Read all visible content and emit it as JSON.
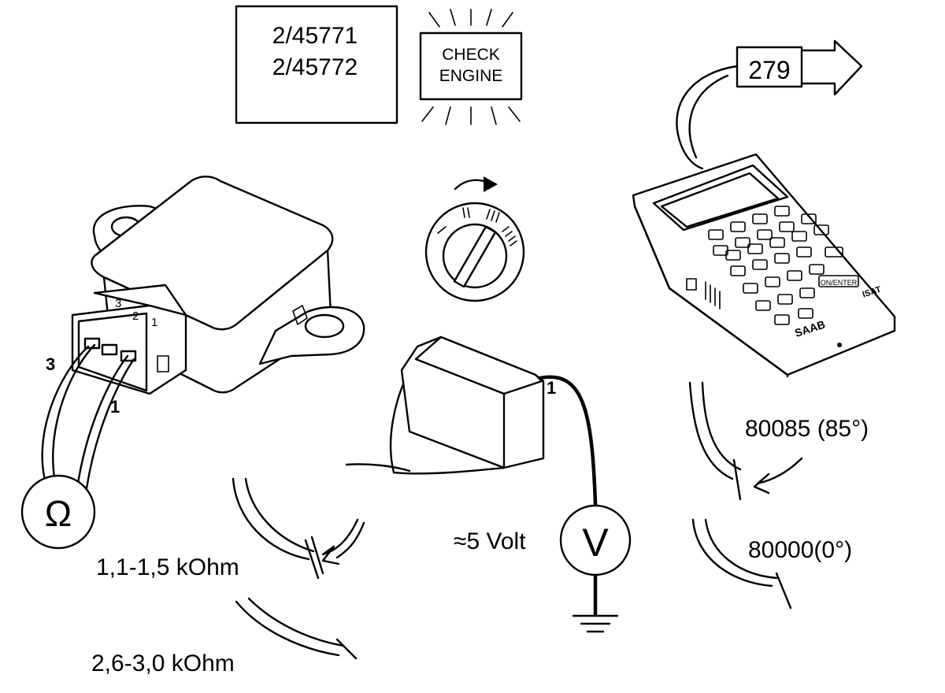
{
  "part_numbers": [
    "2/45771",
    "2/45772"
  ],
  "warning_lamp": {
    "line1": "CHECK",
    "line2": "ENGINE"
  },
  "code_box": "279",
  "ignition_positions": [
    "I",
    "II",
    "III",
    "IIII"
  ],
  "connector": {
    "pin_labels": [
      "3",
      "2",
      "1"
    ],
    "outer_pin_3": "3",
    "outer_pin_1": "1"
  },
  "ohmmeter_symbol": "Ω",
  "voltmeter_symbol": "V",
  "plug_pin": "1",
  "readings": {
    "resistance_closed": "1,1-1,5  kOhm",
    "resistance_open": "2,6-3,0  kOhm",
    "voltage": "≈5  Volt",
    "value_open": "80085 (85°)",
    "value_closed": "80000(0°)"
  },
  "tester": {
    "brand": "SAAB",
    "model": "ISAT",
    "enter_key": "ON/ENTER"
  }
}
